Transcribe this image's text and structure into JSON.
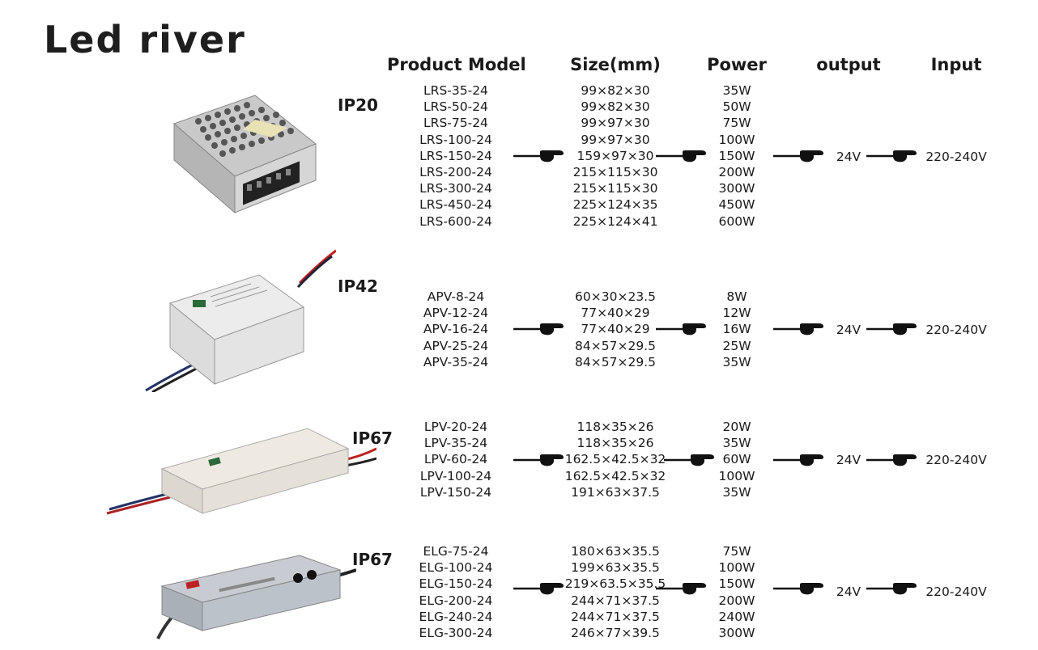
{
  "title": "Led river",
  "headers": {
    "model": "Product Model",
    "size": "Size(mm)",
    "power": "Power",
    "output": "output",
    "input": "Input"
  },
  "groups": [
    {
      "ip": "IP20",
      "product_image": "enclosed-psu-lrs-photo",
      "models": [
        "LRS-35-24",
        "LRS-50-24",
        "LRS-75-24",
        "LRS-100-24",
        "LRS-150-24",
        "LRS-200-24",
        "LRS-300-24",
        "LRS-450-24",
        "LRS-600-24"
      ],
      "sizes": [
        "99×82×30",
        "99×82×30",
        "99×97×30",
        "99×97×30",
        "159×97×30",
        "215×115×30",
        "215×115×30",
        "225×124×35",
        "225×124×41"
      ],
      "powers": [
        "35W",
        "50W",
        "75W",
        "100W",
        "150W",
        "200W",
        "300W",
        "450W",
        "600W"
      ],
      "output": "24V",
      "input": "220-240V"
    },
    {
      "ip": "IP42",
      "product_image": "plastic-driver-apv-photo",
      "models": [
        "APV-8-24",
        "APV-12-24",
        "APV-16-24",
        "APV-25-24",
        "APV-35-24"
      ],
      "sizes": [
        "60×30×23.5",
        "77×40×29",
        "77×40×29",
        "84×57×29.5",
        "84×57×29.5"
      ],
      "powers": [
        "8W",
        "12W",
        "16W",
        "25W",
        "35W"
      ],
      "output": "24V",
      "input": "220-240V"
    },
    {
      "ip": "IP67",
      "product_image": "waterproof-driver-lpv-photo",
      "models": [
        "LPV-20-24",
        "LPV-35-24",
        "LPV-60-24",
        "LPV-100-24",
        "LPV-150-24"
      ],
      "sizes": [
        "118×35×26",
        "118×35×26",
        "162.5×42.5×32",
        "162.5×42.5×32",
        "191×63×37.5"
      ],
      "powers": [
        "20W",
        "35W",
        "60W",
        "100W",
        "35W"
      ],
      "output": "24V",
      "input": "220-240V"
    },
    {
      "ip": "IP67",
      "product_image": "aluminum-driver-elg-photo",
      "models": [
        "ELG-75-24",
        "ELG-100-24",
        "ELG-150-24",
        "ELG-200-24",
        "ELG-240-24",
        "ELG-300-24"
      ],
      "sizes": [
        "180×63×35.5",
        "199×63×35.5",
        "219×63.5×35.5",
        "244×71×37.5",
        "244×71×37.5",
        "246×77×39.5"
      ],
      "powers": [
        "75W",
        "100W",
        "150W",
        "200W",
        "240W",
        "300W"
      ],
      "output": "24V",
      "input": "220-240V"
    }
  ],
  "icons": {
    "arrow": "pointing-hand-icon"
  },
  "colors": {
    "text": "#1a1a1a",
    "background": "#ffffff"
  }
}
